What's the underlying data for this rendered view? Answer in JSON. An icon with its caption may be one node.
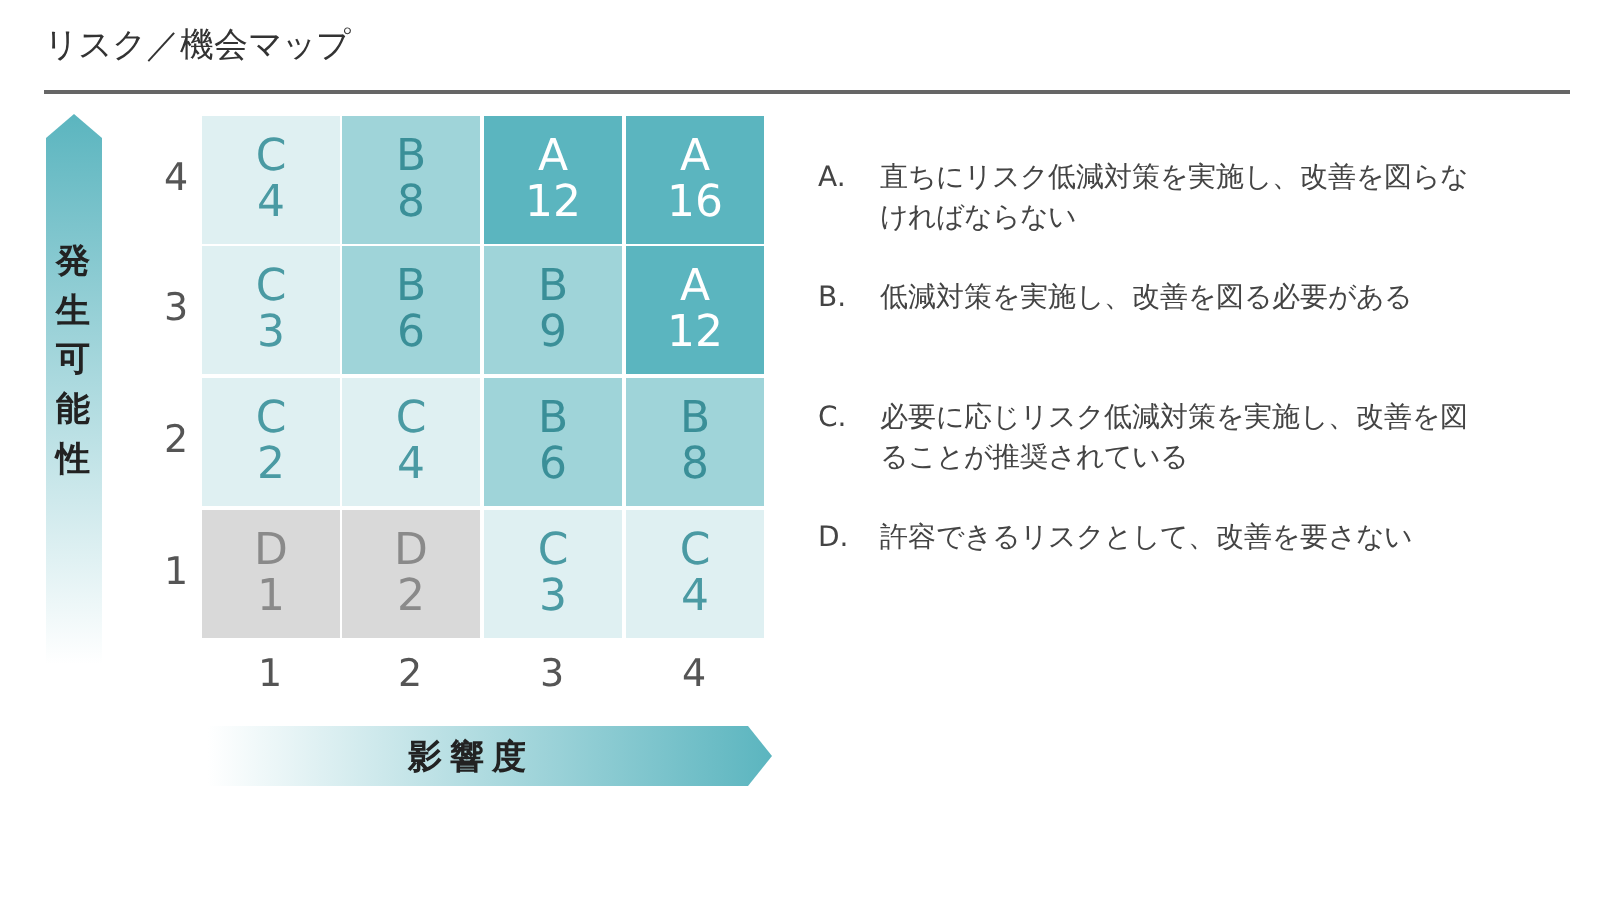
{
  "diagram": {
    "title": "リスク／機会マップ",
    "nodes": [
      {
        "text": [
          "発生可能性"
        ]
      },
      {
        "text": [
          "影響度"
        ]
      },
      {
        "text": [
          "C",
          "4"
        ]
      },
      {
        "text": [
          "B",
          "8"
        ]
      },
      {
        "text": [
          "A",
          "12"
        ]
      },
      {
        "text": [
          "A",
          "16"
        ]
      },
      {
        "text": [
          "C",
          "3"
        ]
      },
      {
        "text": [
          "B",
          "6"
        ]
      },
      {
        "text": [
          "B",
          "9"
        ]
      },
      {
        "text": [
          "A",
          "12"
        ]
      },
      {
        "text": [
          "C",
          "2"
        ]
      },
      {
        "text": [
          "C",
          "4"
        ]
      },
      {
        "text": [
          "B",
          "6"
        ]
      },
      {
        "text": [
          "B",
          "8"
        ]
      },
      {
        "text": [
          "D",
          "1"
        ]
      },
      {
        "text": [
          "D",
          "2"
        ]
      },
      {
        "text": [
          "C",
          "3"
        ]
      },
      {
        "text": [
          "C",
          "4"
        ]
      }
    ],
    "labels": [
      "4",
      "3",
      "2",
      "1",
      "1",
      "2",
      "3",
      "4",
      "A.",
      "直ちにリスク低減対策を実施し、改善を図らなければならない",
      "B.",
      "低減対策を実施し、改善を図る必要がある",
      "C.",
      "必要に応じリスク低減対策を実施し、改善を図ることが推奨されている",
      "D.",
      "許容できるリスクとして、改善を要さない"
    ]
  }
}
